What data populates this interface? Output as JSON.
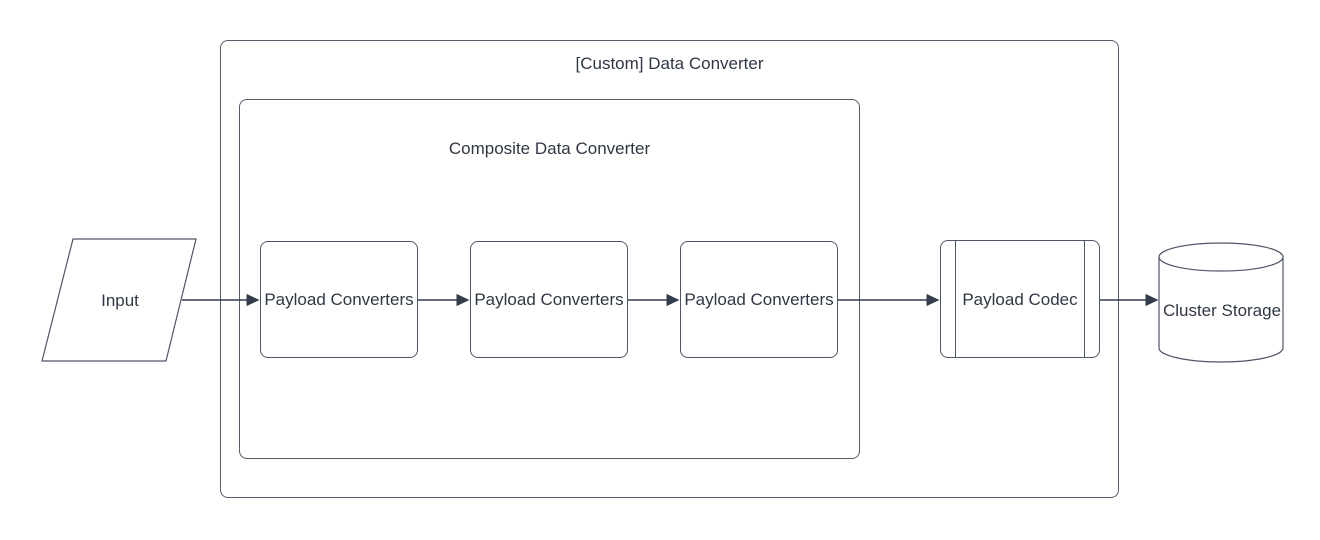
{
  "diagram": {
    "title": "[Custom] Data Converter",
    "colors": {
      "background": "#ffffff",
      "container_stroke": "#545d6b",
      "node_stroke": "#4d5666",
      "arrow": "#343d4b",
      "text": "#2f3744"
    },
    "input": {
      "label": "Input",
      "shape": "parallelogram"
    },
    "outer_container": {
      "label": "[Custom] Data Converter",
      "shape": "rounded-rectangle"
    },
    "inner_container": {
      "label": "Composite Data Converter",
      "shape": "rounded-rectangle"
    },
    "payload_converters": [
      {
        "label": "Payload Converters",
        "shape": "rounded-rectangle"
      },
      {
        "label": "Payload Converters",
        "shape": "rounded-rectangle"
      },
      {
        "label": "Payload Converters",
        "shape": "rounded-rectangle"
      }
    ],
    "payload_codec": {
      "label": "Payload Codec",
      "shape": "predefined-process"
    },
    "cluster_storage": {
      "label": "Cluster Storage",
      "shape": "cylinder"
    },
    "connections": [
      {
        "from": "input",
        "to": "payload-converter-1"
      },
      {
        "from": "payload-converter-1",
        "to": "payload-converter-2"
      },
      {
        "from": "payload-converter-2",
        "to": "payload-converter-3"
      },
      {
        "from": "payload-converter-3",
        "to": "payload-codec"
      },
      {
        "from": "payload-codec",
        "to": "cluster-storage"
      }
    ]
  }
}
